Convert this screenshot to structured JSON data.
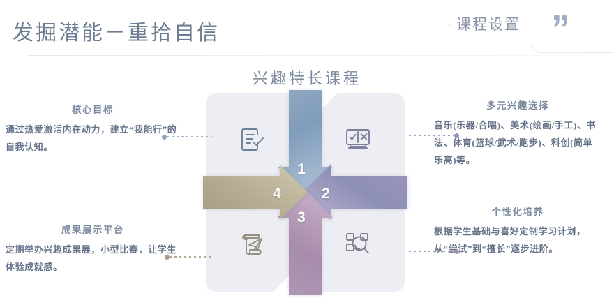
{
  "header": {
    "title": "发掘潜能－重拾自信",
    "subtitle": "课程设置",
    "subtitle_bullet": "·",
    "quote_glyph": "”"
  },
  "center": {
    "title": "兴趣特长课程"
  },
  "diagram": {
    "type": "pinwheel-4-segment",
    "segments": [
      {
        "number": "1",
        "position": "top",
        "color": "#7e99b5",
        "icon": "document-checklist-icon",
        "icon_color": "#6e819b",
        "panel_position": "top-left",
        "linked_block": "核心目标"
      },
      {
        "number": "2",
        "position": "right",
        "color": "#8f8fb4",
        "icon": "monitor-check-cross-icon",
        "icon_color": "#7f7f9c",
        "panel_position": "top-right",
        "linked_block": "多元兴趣选择"
      },
      {
        "number": "3",
        "position": "bottom",
        "color": "#a88bab",
        "icon": "blocks-magnifier-icon",
        "icon_color": "#87808f",
        "panel_position": "bottom-right",
        "linked_block": "个性化培养"
      },
      {
        "number": "4",
        "position": "left",
        "color": "#b3ab92",
        "icon": "scroll-paper-plane-icon",
        "icon_color": "#97917f",
        "panel_position": "bottom-left",
        "linked_block": "成果展示平台"
      }
    ],
    "panel_fill": "#edeef3"
  },
  "blocks": {
    "top_left": {
      "heading": "核心目标",
      "body": "通过热爱激活内在动力，建立“我能行”的自我认知。",
      "connector_color": "#9fb1c8"
    },
    "bottom_left": {
      "heading": "成果展示平台",
      "body": "定期举办兴趣成果展，小型比赛，让学生体验成就感。",
      "connector_color": "#b0a894"
    },
    "top_right": {
      "heading": "多元兴趣选择",
      "body": "音乐(乐器/合唱)、美术(绘画/手工)、书法、体育(篮球/武术/跑步)、科创(简单乐高)等。",
      "connector_color": "#a2a1c0"
    },
    "bottom_right": {
      "heading": "个性化培养",
      "body": "根据学生基础与喜好定制学习计划，从“尝试”到“擅长”逐步进阶。",
      "connector_color": "#ad9ab5"
    }
  },
  "theme": {
    "text_primary": "#66748b",
    "heading_color": "#7b89a0",
    "title_color": "#6c7c92",
    "accent_blue": "#7e99b5",
    "accent_purple": "#8f8fb4",
    "accent_mauve": "#a88bab",
    "accent_khaki": "#b3ab92",
    "background": "#ffffff"
  }
}
